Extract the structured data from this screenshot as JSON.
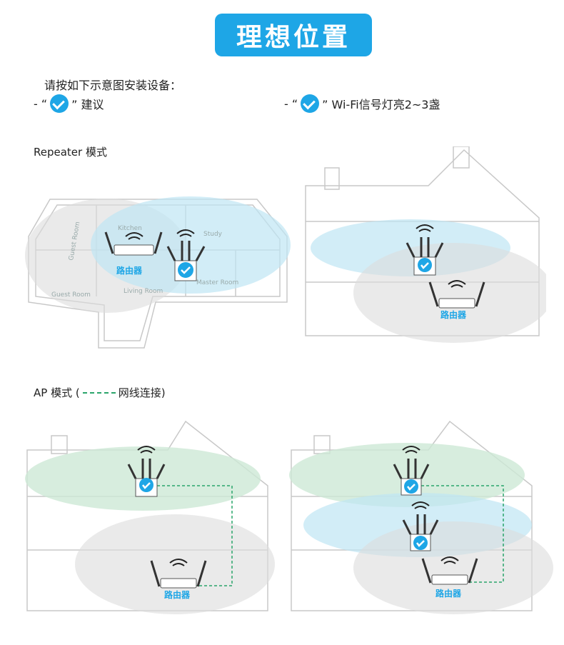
{
  "title": "理想位置",
  "intro": "请按如下示意图安装设备：",
  "legend": {
    "item1_prefix": "- “",
    "item1_suffix": "” 建议",
    "item2_prefix": "- “",
    "item2_suffix": "” Wi-Fi信号灯亮2~3盏"
  },
  "repeater_mode": {
    "label": "Repeater 模式",
    "rooms": {
      "kitchen": "Kitchen",
      "study": "Study",
      "guest_room_1": "Guest Room",
      "guest_room_2": "Guest Room",
      "living_room": "Living Room",
      "master_room": "Master Room"
    },
    "router_label": "路由器"
  },
  "ap_mode": {
    "label_prefix": "AP 模式 (",
    "label_suffix": " 网线连接)",
    "router_label": "路由器"
  },
  "colors": {
    "accent": "#1ea6e6",
    "blue_coverage": "#bfe6f3",
    "green_coverage": "#cde9d6",
    "gray_coverage": "#dcdcdc",
    "cable": "#2aa56b"
  }
}
